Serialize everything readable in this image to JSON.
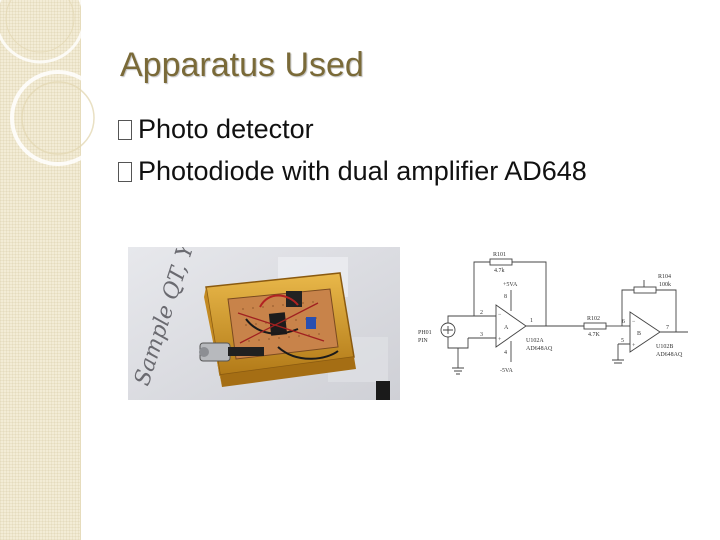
{
  "slide": {
    "title": "Apparatus Used",
    "bullets": [
      {
        "text": "Photo detector"
      },
      {
        "text": "Photodiode with dual amplifier AD648"
      }
    ]
  },
  "photo": {
    "handwriting": "Sample QT, Yun"
  },
  "schematic": {
    "labels": {
      "r101": "R101",
      "r101_val": "4.7k",
      "vpos": "+5VA",
      "pin2": "2",
      "pin3": "3",
      "pin1": "1",
      "pin4": "4",
      "pin8": "8",
      "amp_a": "A",
      "u102a": "U102A",
      "ad648aq_a": "AD648AQ",
      "vneg": "-5VA",
      "pd_label1": "PH01",
      "pd_label2": "PIN",
      "r102": "R102",
      "r102_val": "4.7K",
      "r104": "R104",
      "r104_val": "100k",
      "pin6": "6",
      "pin5": "5",
      "pin7": "7",
      "amp_b": "B",
      "u102b": "U102B",
      "ad648aq_b": "AD648AQ",
      "minus": "−",
      "plus": "+"
    }
  },
  "colors": {
    "title": "#7a6a38",
    "band": "#f3ecd6"
  }
}
